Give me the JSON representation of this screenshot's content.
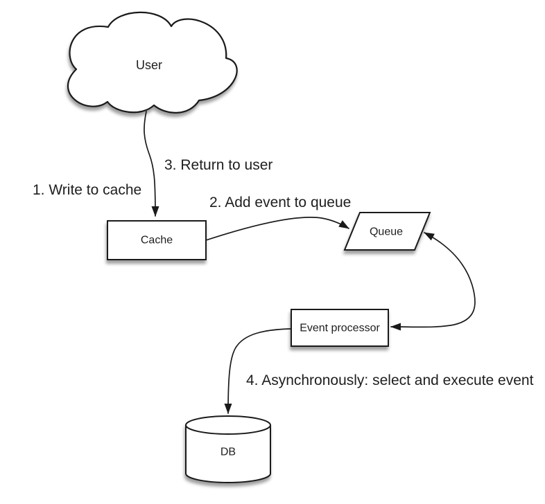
{
  "diagram": {
    "nodes": {
      "user": {
        "label": "User",
        "shape": "cloud"
      },
      "cache": {
        "label": "Cache",
        "shape": "rectangle"
      },
      "queue": {
        "label": "Queue",
        "shape": "parallelogram"
      },
      "event_processor": {
        "label": "Event processor",
        "shape": "rectangle"
      },
      "db": {
        "label": "DB",
        "shape": "cylinder"
      }
    },
    "steps": {
      "step1": "1. Write to cache",
      "step2": "2. Add event to queue",
      "step3": "3. Return to user",
      "step4": "4. Asynchronously: select and execute event"
    },
    "edges": [
      {
        "from": "user",
        "to": "cache",
        "arrowheads": "end",
        "labels": [
          "1. Write to cache",
          "3. Return to user"
        ]
      },
      {
        "from": "cache",
        "to": "queue",
        "arrowheads": "end",
        "labels": [
          "2. Add event to queue"
        ]
      },
      {
        "from": "queue",
        "to": "event_processor",
        "arrowheads": "both",
        "labels": []
      },
      {
        "from": "event_processor",
        "to": "db",
        "arrowheads": "end",
        "labels": [
          "4. Asynchronously: select and execute event"
        ]
      }
    ],
    "colors": {
      "line": "#1a1a1a",
      "shape_fill": "#ffffff",
      "text": "#1e1e1e",
      "background": "#ffffff"
    }
  }
}
